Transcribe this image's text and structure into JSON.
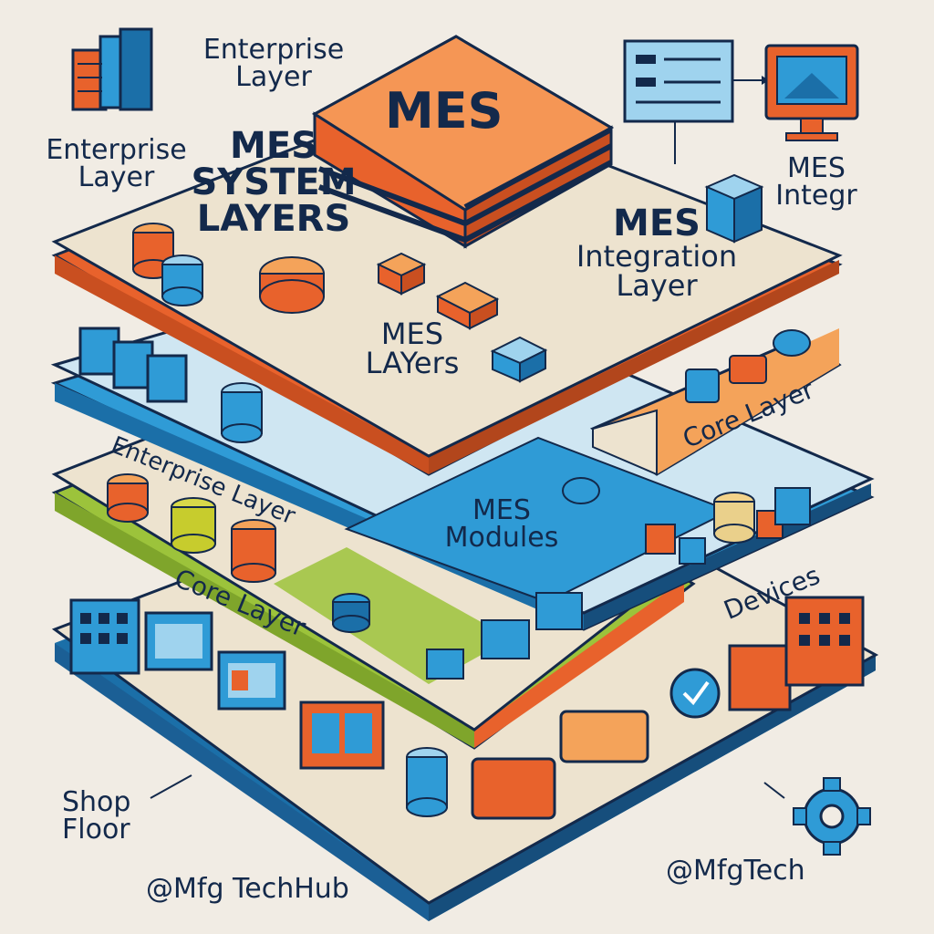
{
  "labels": {
    "mes_top": "MES",
    "enterprise_top_1": "Enterprise",
    "enterprise_top_2": "Layer",
    "enterprise_left_1": "Enterprise",
    "enterprise_left_2": "Layer",
    "system_1": "MES",
    "system_2": "SYSTEM",
    "system_3": "LAYERS",
    "integration_1": "MES",
    "integration_2": "Integration",
    "integration_3": "Layer",
    "integr_1": "MES",
    "integr_2": "Integr",
    "mes_layers_1": "MES",
    "mes_layers_2": "LAYers",
    "enterprise_band": "Enterprise Layer",
    "core_band_right": "Core Layer",
    "modules_1": "MES",
    "modules_2": "Modules",
    "core_band_left": "Core Layer",
    "devices": "Devices",
    "shop_1": "Shop",
    "shop_2": "Floor",
    "handle_left": "@Mfg TechHub",
    "handle_right": "@MfgTech"
  },
  "colors": {
    "navy": "#13294b",
    "orange": "#e8622c",
    "light_orange": "#f4a35a",
    "blue": "#2f9bd6",
    "dark_blue": "#1b6fa8",
    "lime": "#9cc33b",
    "cream": "#ede3cf",
    "background": "#f1ece4"
  },
  "icons": [
    "server-rack-icon",
    "monitor-icon",
    "document-icon",
    "database-icon",
    "building-icon",
    "gear-icon",
    "checkmark-badge-icon",
    "cube-icon"
  ]
}
